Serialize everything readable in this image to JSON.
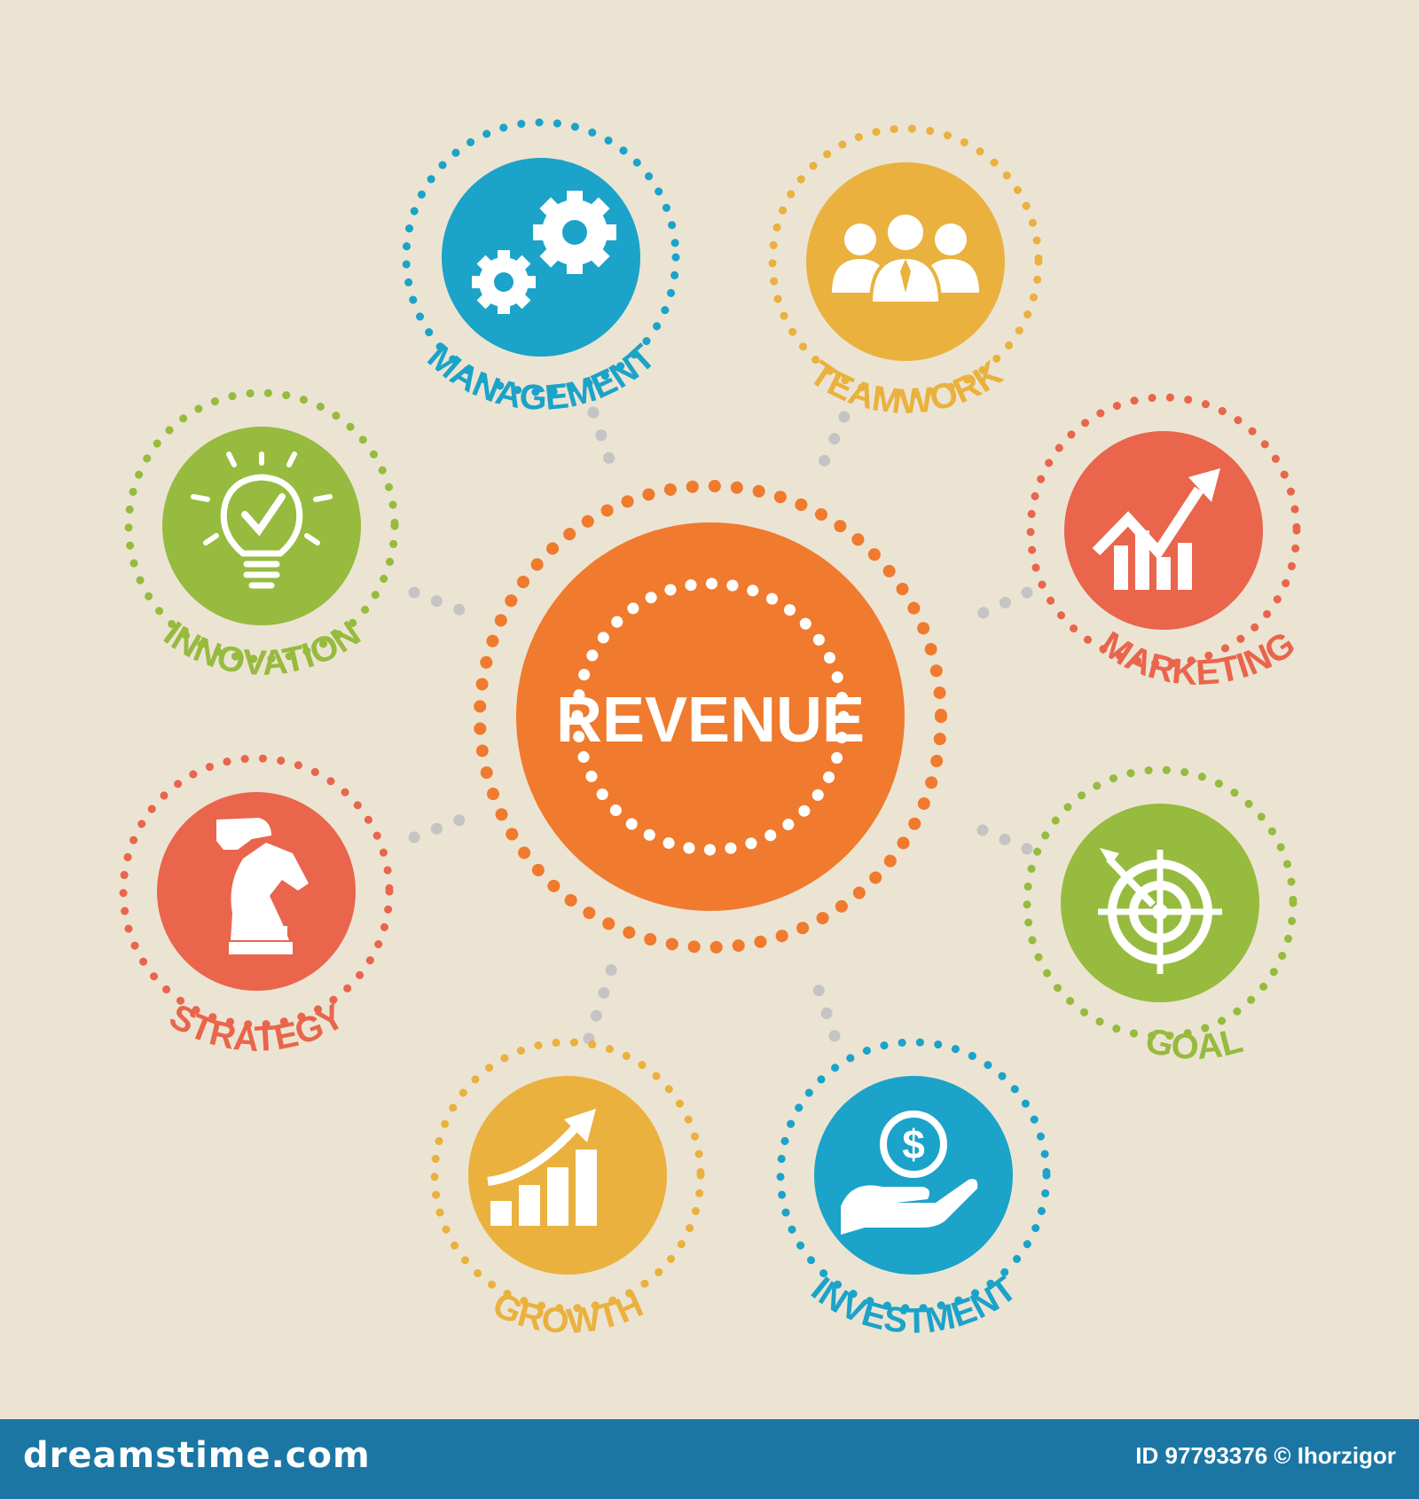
{
  "center": {
    "label": "REVENUE",
    "color": "#f07a2d"
  },
  "nodes": [
    {
      "id": "management",
      "label": "MANAGEMENT",
      "color": "#1ba3c9",
      "icon": "gears-icon"
    },
    {
      "id": "teamwork",
      "label": "TEAMWORK",
      "color": "#eab13e",
      "icon": "team-icon"
    },
    {
      "id": "marketing",
      "label": "MARKETING",
      "color": "#e9654c",
      "icon": "rising-chart-icon"
    },
    {
      "id": "goal",
      "label": "GOAL",
      "color": "#96bb3e",
      "icon": "target-icon"
    },
    {
      "id": "investment",
      "label": "INVESTMENT",
      "color": "#1ba3c9",
      "icon": "money-hand-icon"
    },
    {
      "id": "growth",
      "label": "GROWTH",
      "color": "#eab13e",
      "icon": "growth-bars-icon"
    },
    {
      "id": "strategy",
      "label": "STRATEGY",
      "color": "#e9654c",
      "icon": "chess-knight-icon"
    },
    {
      "id": "innovation",
      "label": "INNOVATION",
      "color": "#96bb3e",
      "icon": "lightbulb-icon"
    }
  ],
  "connector_color": "#c4c4c4",
  "footer": {
    "logo": "dreamstime.com",
    "id_text": "ID 97793376 © Ihorzigor",
    "color": "#1b76a4"
  }
}
